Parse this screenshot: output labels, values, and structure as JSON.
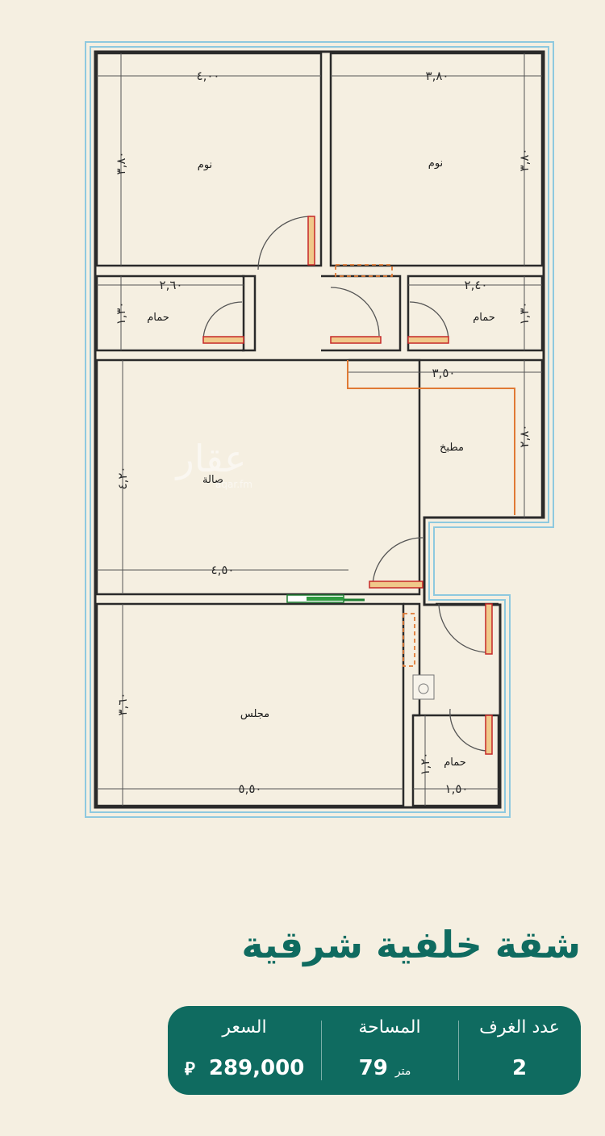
{
  "floorplan": {
    "rooms": {
      "bedroom_left": "نوم",
      "bedroom_right": "نوم",
      "bath_left": "حمام",
      "bath_right": "حمام",
      "kitchen": "مطبخ",
      "hall": "صالة",
      "majlis": "مجلس",
      "bath_small": "حمام"
    },
    "dimensions": {
      "bedroom_left_w": "٤,٠٠",
      "bedroom_right_w": "٣,٨٠",
      "bedroom_left_h": "٣,٨٠",
      "bedroom_right_h": "٣,٨٠",
      "bath_left_w": "٢,٦٠",
      "bath_right_w": "٢,٤٠",
      "bath_left_h": "١,٣٠",
      "bath_right_h": "١,٣٠",
      "kitchen_w": "٣,٥٠",
      "kitchen_h": "٢,٨٠",
      "hall_h": "٤,٢٠",
      "hall_w": "٤,٥٠",
      "majlis_h": "٣,٦٠",
      "majlis_w": "٥,٥٠",
      "bath_small_w": "١,٥٠",
      "bath_small_h": "١,٢٠"
    },
    "watermark": {
      "main": "عقار",
      "sub": "aqar.fm"
    }
  },
  "listing": {
    "title": "شقة خلفية شرقية",
    "rooms_label": "عدد الغرف",
    "rooms_value": "2",
    "area_label": "المساحة",
    "area_value": "79",
    "area_unit": "متر",
    "price_label": "السعر",
    "price_value": "289,000",
    "currency_symbol": "⃁"
  },
  "colors": {
    "background": "#f5efe1",
    "accent": "#0f6b60",
    "wall": "#2a2a2a",
    "wall_outline": "#8ec9df",
    "door": "#c62828",
    "kitchen_line": "#e07a35"
  }
}
